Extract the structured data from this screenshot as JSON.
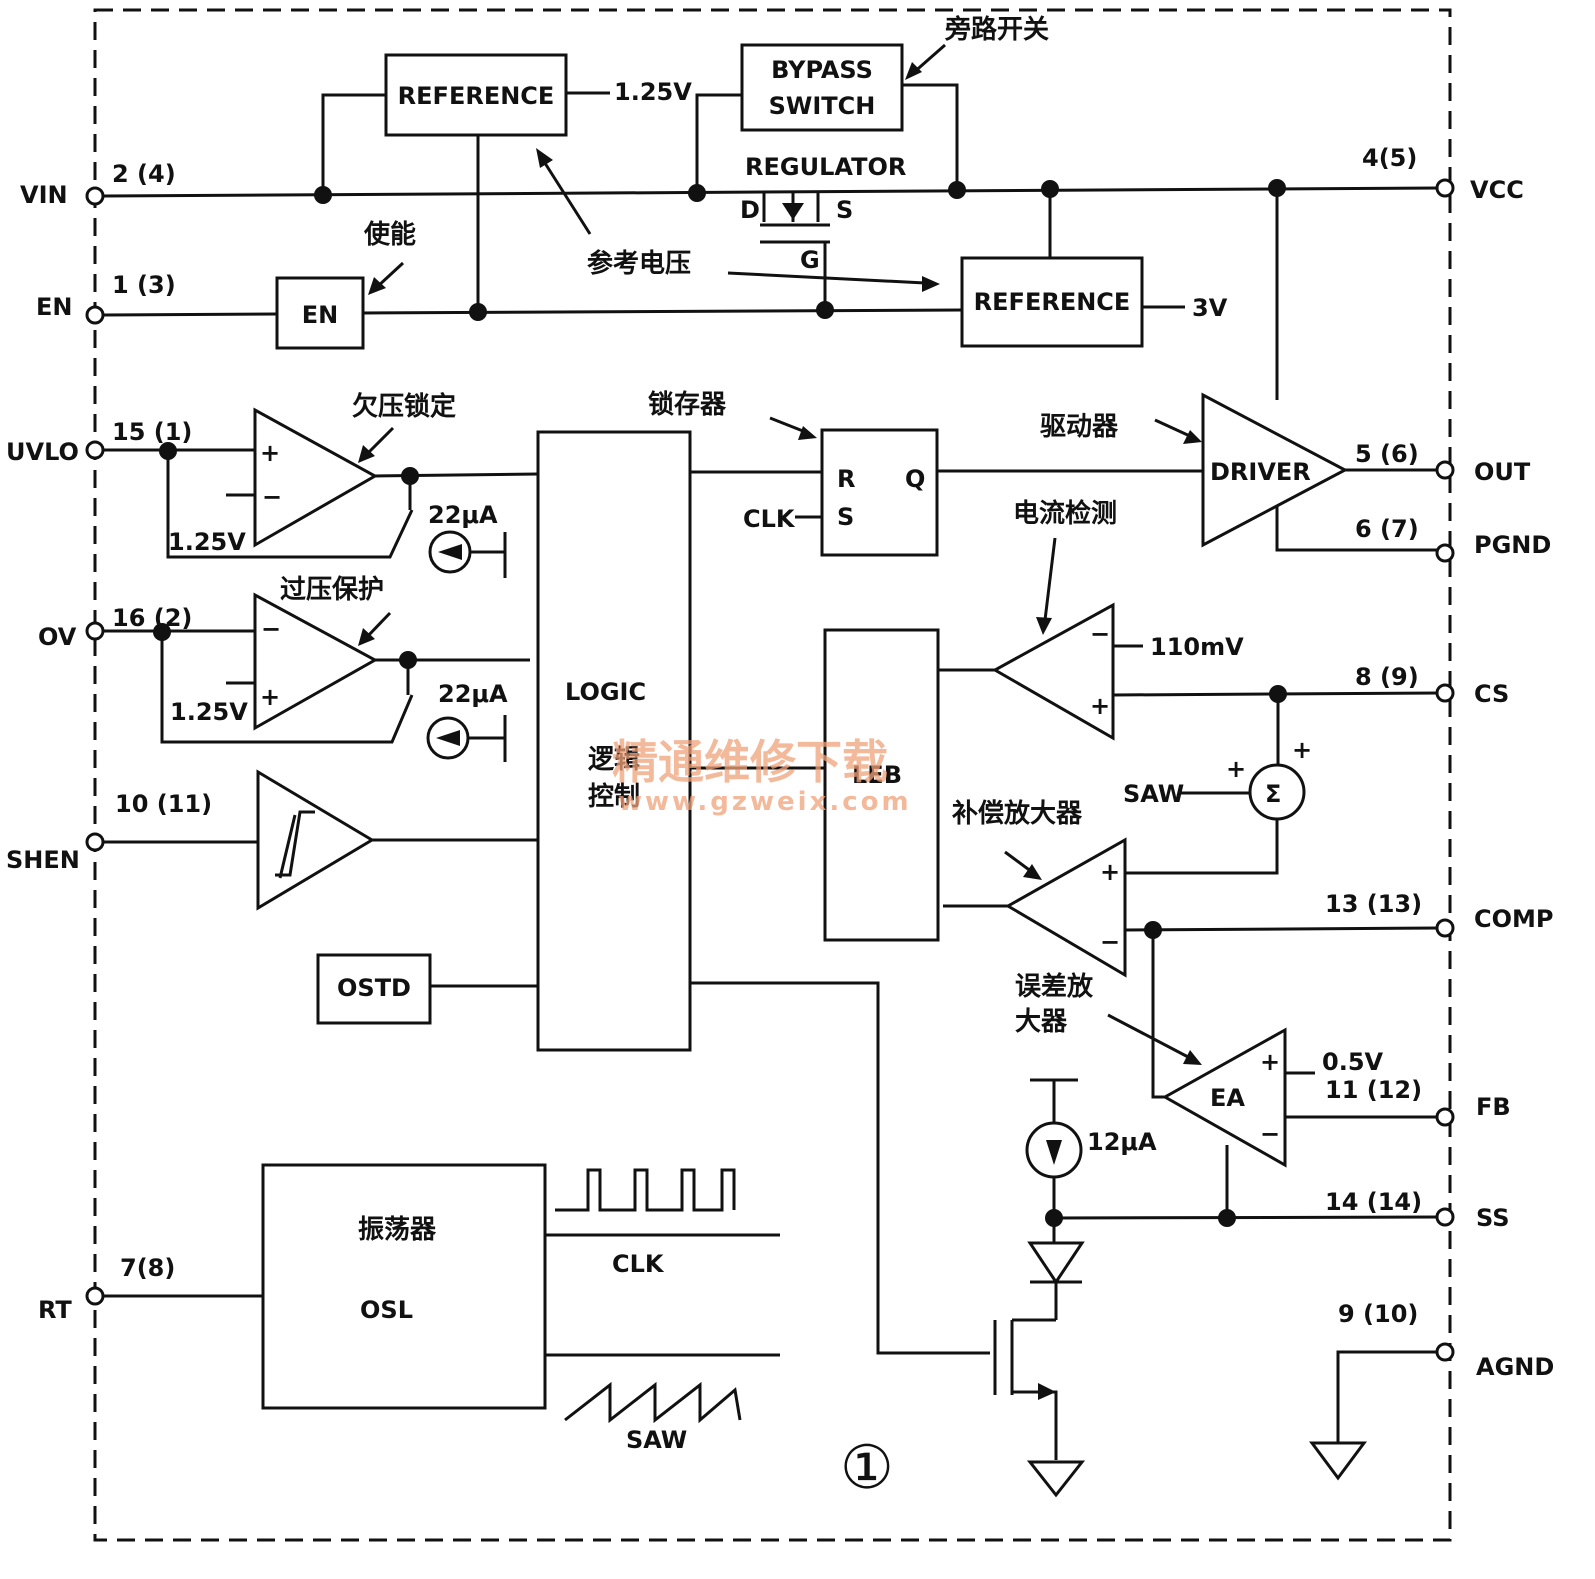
{
  "labels": {
    "reference_top": "REFERENCE",
    "reference_bottom": "REFERENCE",
    "v125": "1.25V",
    "v3": "3V",
    "bypass1": "BYPASS",
    "bypass2": "SWITCH",
    "bypass_cn": "旁路开关",
    "regulator": "REGULATOR",
    "d": "D",
    "s": "S",
    "g": "G",
    "ref_cn": "参考电压",
    "en_box": "EN",
    "en_cn": "使能",
    "uvlo_cn": "欠压锁定",
    "ov_cn": "过压保护",
    "uvlo_ref": "1.25V",
    "ov_ref": "1.25V",
    "i22a": "22μA",
    "i22b": "22μA",
    "latch_cn": "锁存器",
    "r": "R",
    "q": "Q",
    "sr_s": "S",
    "clk_in": "CLK",
    "driver_cn": "驱动器",
    "driver": "DRIVER",
    "cs_cn": "电流检测",
    "v110": "110mV",
    "logic": "LOGIC",
    "logic_cn1": "逻辑",
    "logic_cn2": "控制",
    "leb": "LEB",
    "saw_in": "SAW",
    "sigma": "Σ",
    "comp_cn": "补偿放大器",
    "ostd": "OSTD",
    "ea_cn1": "误差放",
    "ea_cn2": "大器",
    "ea": "EA",
    "v05": "0.5V",
    "i12": "12μA",
    "osc_cn": "振荡器",
    "osc": "OSL",
    "clk_out": "CLK",
    "saw_out": "SAW",
    "fig": "①",
    "plus": "+",
    "minus": "−"
  },
  "pins": [
    {
      "name": "VIN",
      "num": "2 (4)"
    },
    {
      "name": "EN",
      "num": "1 (3)"
    },
    {
      "name": "UVLO",
      "num": "15 (1)"
    },
    {
      "name": "OV",
      "num": "16 (2)"
    },
    {
      "name": "SHEN",
      "num": "10 (11)"
    },
    {
      "name": "RT",
      "num": "7(8)"
    },
    {
      "name": "VCC",
      "num": "4(5)"
    },
    {
      "name": "OUT",
      "num": "5 (6)"
    },
    {
      "name": "PGND",
      "num": "6 (7)"
    },
    {
      "name": "CS",
      "num": "8 (9)"
    },
    {
      "name": "COMP",
      "num": "13 (13)"
    },
    {
      "name": "FB",
      "num": "11 (12)"
    },
    {
      "name": "SS",
      "num": "14 (14)"
    },
    {
      "name": "AGND",
      "num": "9 (10)"
    }
  ],
  "watermark": {
    "cn": "精通维修下载",
    "url": "www.gzweix.com"
  }
}
